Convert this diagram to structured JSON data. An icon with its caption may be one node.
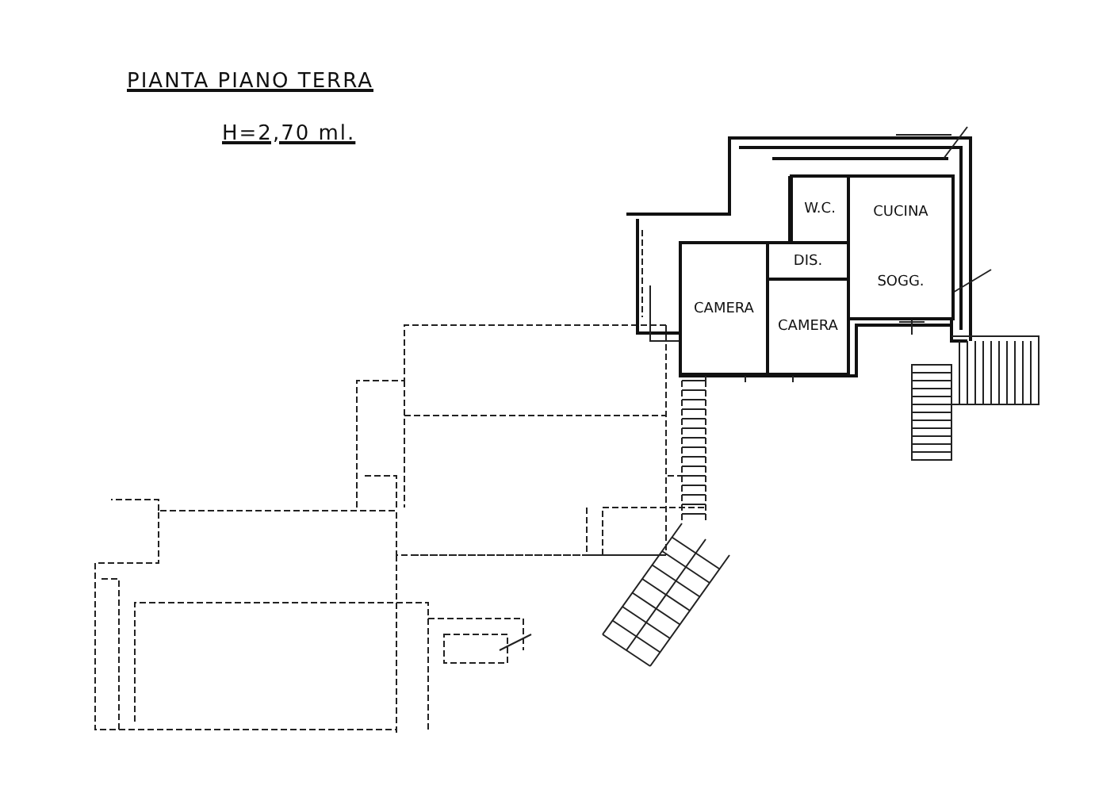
{
  "diagram": {
    "title": "PIANTA PIANO TERRA",
    "nodes": [
      {
        "text": [
          "W.C."
        ]
      },
      {
        "text": [
          "CUCINA",
          "SOGG."
        ]
      },
      {
        "text": [
          "DIS."
        ]
      },
      {
        "text": [
          "CAMERA"
        ]
      },
      {
        "text": [
          "CAMERA"
        ]
      }
    ],
    "labels": [
      "H=2,70 ml."
    ]
  }
}
